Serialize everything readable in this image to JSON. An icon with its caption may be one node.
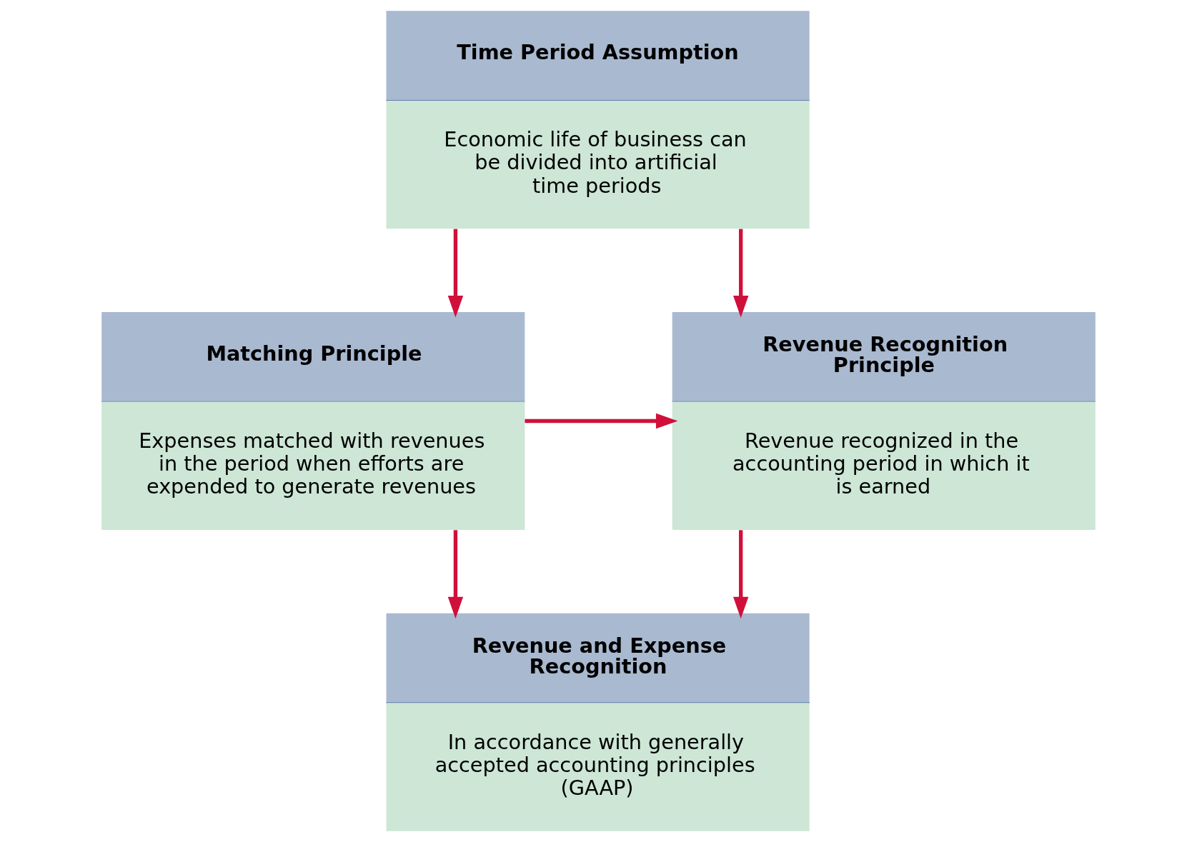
{
  "diagram": {
    "nodes": [
      {
        "text": [
          "Time Period Assumption",
          "Economic life of business can be divided into artificial time periods"
        ]
      },
      {
        "text": [
          "Revenue Recognition Principle",
          "Revenue recognized in the accounting period in which it is earned"
        ]
      },
      {
        "text": [
          "Matching Principle",
          "Expenses matched with revenues in the period when efforts are expended to generate revenues"
        ]
      },
      {
        "text": [
          "Revenue and Expense Recognition",
          "In accordance with generally accepted accounting principles (GAAP)"
        ]
      }
    ],
    "edges": [
      {
        "from": 0,
        "to": 1,
        "arrow": "to"
      },
      {
        "from": 0,
        "to": 2,
        "arrow": "to"
      },
      {
        "from": 2,
        "to": 1,
        "arrow": "to"
      },
      {
        "from": 1,
        "to": 3,
        "arrow": "to"
      },
      {
        "from": 2,
        "to": 3,
        "arrow": "to"
      }
    ]
  }
}
